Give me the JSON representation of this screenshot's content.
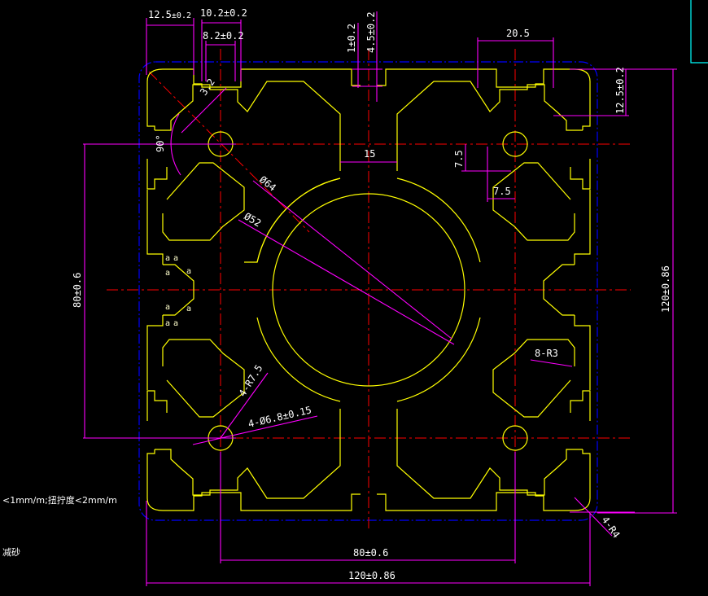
{
  "drawing": {
    "title": "120x120 aluminum profile cross-section",
    "colors": {
      "background": "#000000",
      "profile": "#ffff00",
      "dimension": "#ff00ff",
      "centerline": "#ff0000",
      "boundary": "#0000ff",
      "text": "#ffffff",
      "frame": "#00ffff"
    },
    "dimensions": {
      "top_slot_left": "12.5",
      "top_slot_left_tol": "±0.2",
      "slot_opening": "10.2±0.2",
      "slot_inner": "8.2±0.2",
      "lip_thickness": "1±0.2",
      "slot_depth": "4.5±0.2",
      "top_right_width": "20.5",
      "right_slot": "12.5±0.2",
      "overall_height": "120±0.86",
      "overall_width": "120±0.86",
      "hole_spacing_v": "80±0.6",
      "hole_spacing_h": "80±0.6",
      "web_width": "15",
      "offset_v": "7.5",
      "offset_h": "7.5",
      "chamfer": "3.2",
      "angle": "90°",
      "bore_outer": "Ø64",
      "bore_inner": "Ø52",
      "fillet_inner": "8-R3",
      "fillet_corner": "4-R4",
      "hole_fillet": "4-R7.5",
      "holes": "4-Ø6.8±0.15"
    },
    "labels": {
      "surface_marker": "a"
    },
    "notes": {
      "flatness": "<1mm/m;扭拧度<2mm/m",
      "finish": "减砂"
    }
  }
}
